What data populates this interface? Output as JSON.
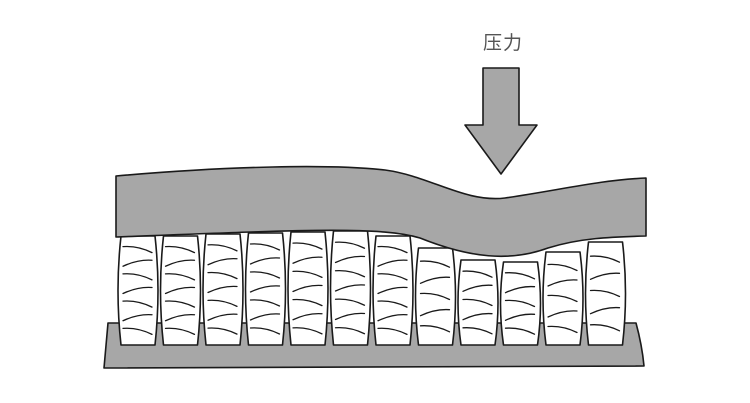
{
  "pressure_label": "压力",
  "colors": {
    "top_layer": "#a7a7a7",
    "base_layer": "#a7a7a7",
    "arrow": "#a7a7a7",
    "spring": "#ffffff",
    "outline": "#1a1a1a",
    "label_text": "#555555"
  },
  "springs": {
    "count": 12,
    "compressed_indices": [
      7,
      8,
      9,
      10,
      11
    ]
  }
}
